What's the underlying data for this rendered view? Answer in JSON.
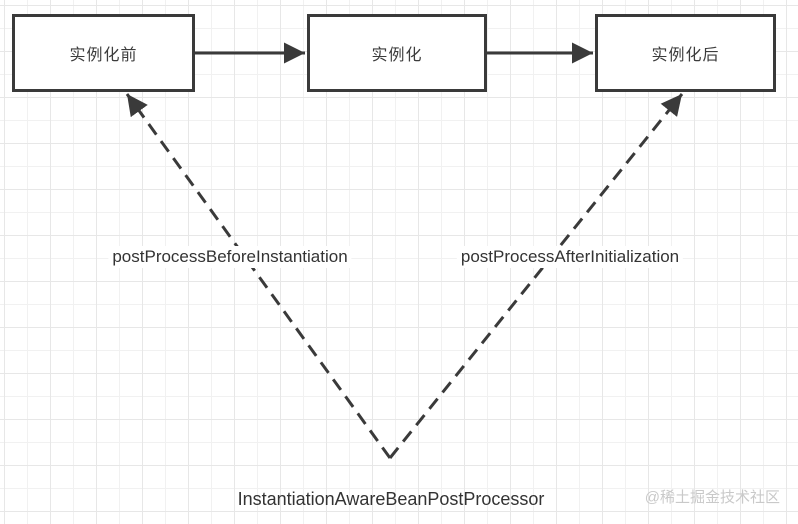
{
  "diagram": {
    "boxes": [
      {
        "label": "实例化前"
      },
      {
        "label": "实例化"
      },
      {
        "label": "实例化后"
      }
    ],
    "edge_labels": {
      "left": "postProcessBeforeInstantiation",
      "right": "postProcessAfterInitialization"
    },
    "bottom_label": "InstantiationAwareBeanPostProcessor",
    "watermark": "@稀土掘金技术社区",
    "colors": {
      "stroke": "#3a3a3a",
      "grid_line": "#f1f1f1",
      "grid_line_major": "#e7e7e7",
      "watermark": "#c9c9c9"
    }
  }
}
